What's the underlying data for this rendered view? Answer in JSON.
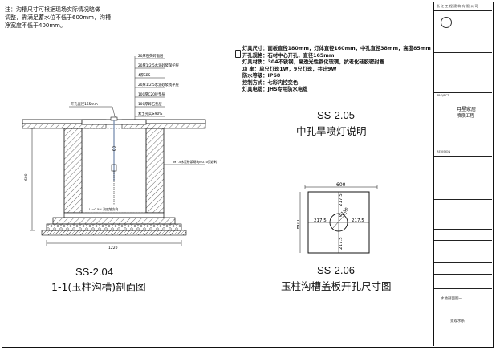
{
  "note": {
    "label": "注：",
    "lines": [
      "沟槽尺寸可根据现场实际情况略做",
      "调整，需满足蓄水位不低于600mm，沟槽",
      "净宽度不低于400mm。"
    ]
  },
  "section_drawing": {
    "layer_labels": [
      "20厚石英砖面层",
      "20厚1:2.5水泥砂浆保护层",
      "4厚SBS",
      "20厚1:2.5水泥砂浆找平层",
      "100厚C20砼垫层",
      "100厚碎石垫层",
      "素土夯实≥90%"
    ],
    "pipe_label": "开孔直径165mm",
    "wall_label": "M7.5水泥砂浆砌筑MU10页岩砖",
    "bottom_label": "↓i=0.5% 沟底坡方向",
    "width_dim": "1220",
    "depth_dim": "600",
    "code": "SS-2.04",
    "title": "1-1(玉柱沟槽)剖面图"
  },
  "lamp_spec": {
    "lines": [
      "灯具尺寸：面板直径180mm，灯体直径160mm，中孔直径38mm，高度85mm",
      "开孔规格：石材中心开孔，直径165mm",
      "灯具材质：304不锈钢，高透光性钢化玻璃，抗老化硅胶密封圈",
      "功 率：单只灯珠1W，9只灯珠，共计9W",
      "防水等级：IP68",
      "控制方式：七彩内控变色",
      "灯具电缆：JHS专用防水电缆"
    ],
    "code": "SS-2.05",
    "title": "中孔旱喷灯说明"
  },
  "cover_plate": {
    "dim_width": "600",
    "dim_height": "600",
    "dim_hole": "Φ165",
    "dim_offsets": [
      "217.5",
      "217.5",
      "217.5",
      "217.5"
    ],
    "code": "SS-2.06",
    "title": "玉柱沟槽盖板开孔尺寸图"
  },
  "title_block": {
    "header": "浙 江 工 程 建 筑 有 限 公 司",
    "project_label": "PROJECT",
    "project_name": "月星家居",
    "project_sub": "喷泉工程",
    "revision_label": "REVISION",
    "drawing_title": "水池剖面图一",
    "sheet_name": "景观水系"
  },
  "colors": {
    "line": "#1a1a1a",
    "hatch": "#555555",
    "blue_pipe": "#7a8fb0"
  }
}
